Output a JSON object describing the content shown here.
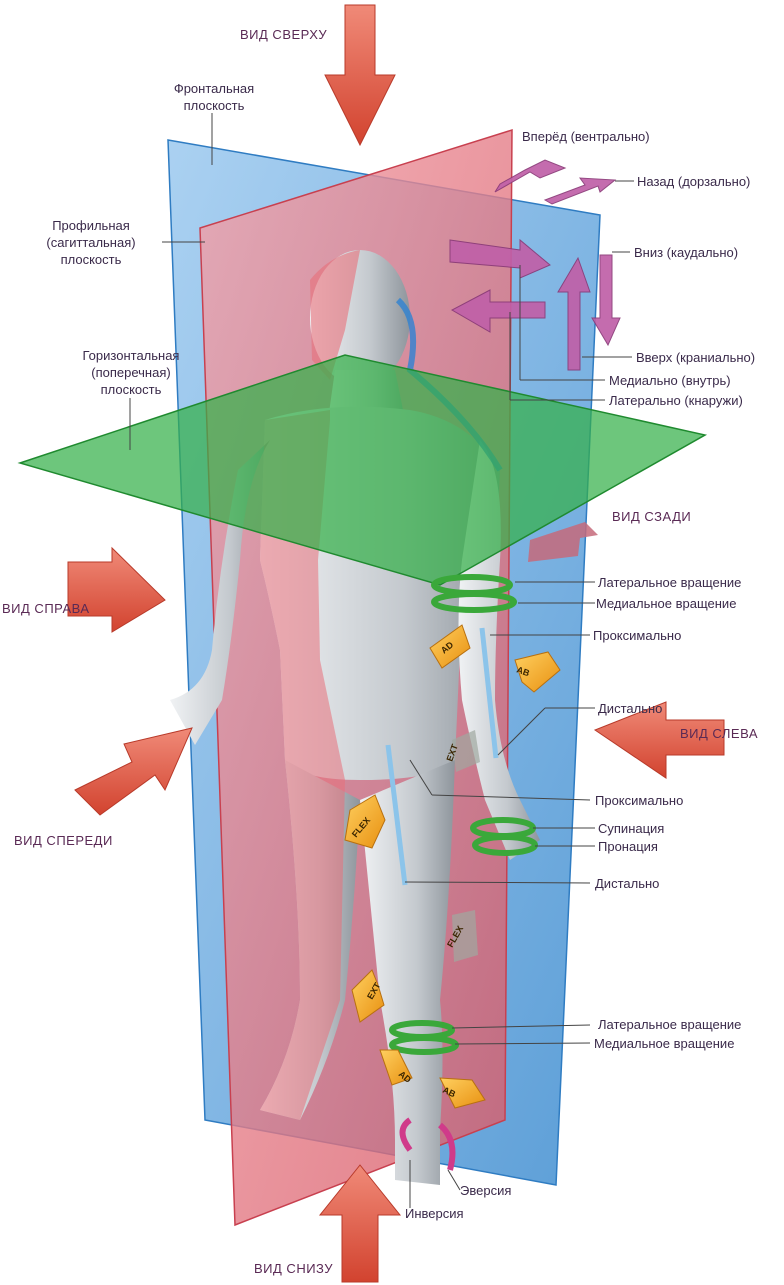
{
  "views": {
    "top": "ВИД СВЕРХУ",
    "back": "ВИД СЗАДИ",
    "right": "ВИД  СПРАВА",
    "left": "ВИД СЛЕВА",
    "front": "ВИД  СПЕРЕДИ",
    "bottom": "ВИД  СНИЗУ"
  },
  "planes": {
    "frontal": [
      "Фронтальная",
      "плоскость"
    ],
    "sagittal": [
      "Профильная",
      "(сагиттальная)",
      "плоскость"
    ],
    "horizontal": [
      "Горизонтальная",
      "(поперечная)",
      "плоскость"
    ]
  },
  "directions": {
    "anterior": "Вперёд (вентрально)",
    "posterior": "Назад (дорзально)",
    "caudal": "Вниз (каудально)",
    "cranial": "Вверх (краниально)",
    "medial": "Медиально (внутрь)",
    "lateral": "Латерально (кнаружи)"
  },
  "arm": {
    "lateral_rotation": "Латеральное вращение",
    "medial_rotation": "Медиальное вращение",
    "proximal": "Проксимально",
    "distal": "Дистально",
    "supination": "Супинация",
    "pronation": "Пронация"
  },
  "leg": {
    "proximal": "Проксимально",
    "distal": "Дистально",
    "lateral_rotation": "Латеральное вращение",
    "medial_rotation": "Медиальное вращение",
    "eversion": "Эверсия",
    "inversion": "Инверсия"
  },
  "movements": {
    "adduction": "AD",
    "abduction": "AB",
    "extension": "EXT",
    "flexion": "FLEX"
  },
  "colors": {
    "frontal_plane": "#5b9fd6",
    "sagittal_plane": "#e0707a",
    "horizontal_plane": "#3fb24a",
    "view_arrow": "#e0584a",
    "direction_arrow": "#c060a8",
    "rotation_arrow": "#3aa83a",
    "movement_arrow": "#f0a020",
    "axis_arrow": "#8cc4ea",
    "body": "#c8ccd0"
  }
}
